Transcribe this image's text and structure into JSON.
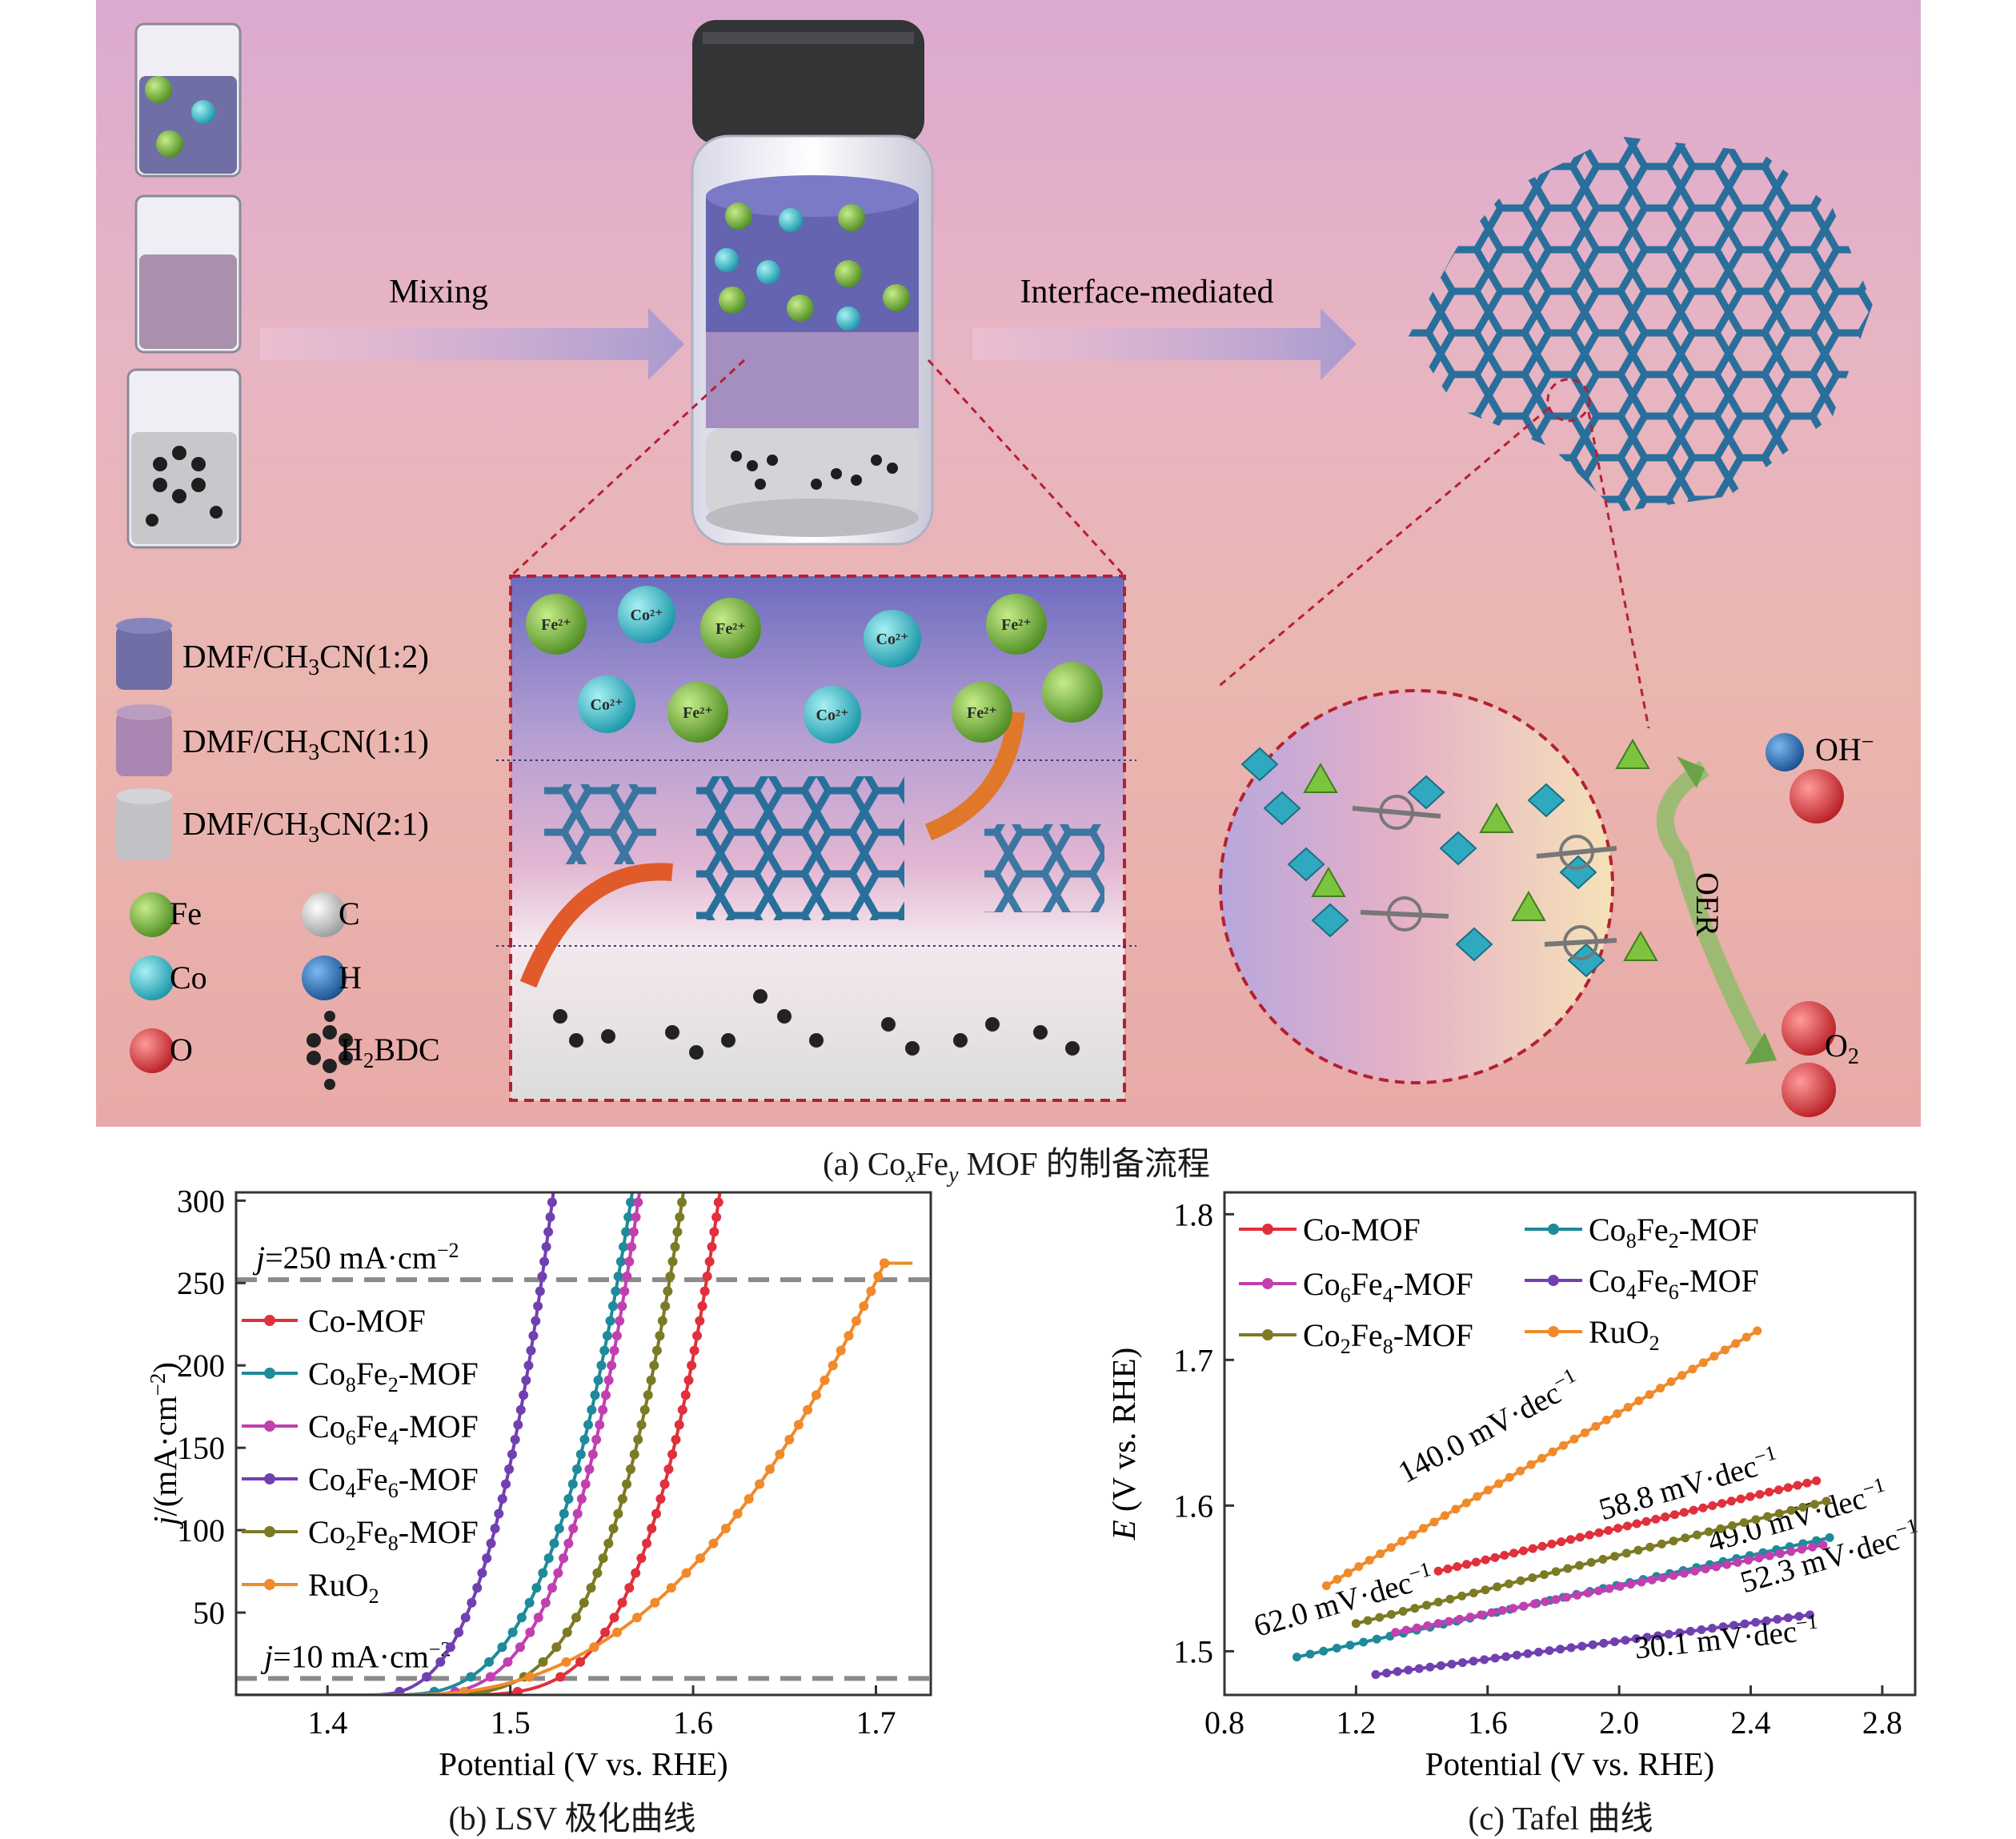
{
  "scheme": {
    "arrow_mixing": "Mixing",
    "arrow_interface": "Interface-mediated",
    "legend_solvents": [
      {
        "label": "DMF/CH",
        "sub": "3",
        "rest": "CN(1:2)",
        "color": "#6f6fa6"
      },
      {
        "label": "DMF/CH",
        "sub": "3",
        "rest": "CN(1:1)",
        "color": "#a987b2"
      },
      {
        "label": "DMF/CH",
        "sub": "3",
        "rest": "CN(2:1)",
        "color": "#c2c2c6"
      }
    ],
    "legend_atoms": [
      {
        "label": "Fe",
        "color": "#6ea83a"
      },
      {
        "label": "C",
        "color": "#c8c8c8"
      },
      {
        "label": "Co",
        "color": "#2fb8c6"
      },
      {
        "label": "H",
        "color": "#2a6fb0"
      },
      {
        "label": "O",
        "color": "#d83a3a"
      }
    ],
    "legend_linker": {
      "pre": "H",
      "sub": "2",
      "post": "BDC"
    },
    "ion_labels": {
      "fe": "Fe²⁺",
      "co": "Co²⁺"
    },
    "oer": {
      "label": "OER",
      "reactant": "OH",
      "reactant_sup": "−",
      "product": "O",
      "product_sub": "2"
    }
  },
  "captions": {
    "a": {
      "pre": "(a) Co",
      "x": "x",
      "mid": "Fe",
      "y": "y",
      "post": " MOF 的制备流程"
    },
    "b": "(b) LSV 极化曲线",
    "c": "(c) Tafel 曲线"
  },
  "colors": {
    "Co-MOF": "#e0303c",
    "Co8Fe2-MOF": "#1e8a9a",
    "Co6Fe4-MOF": "#c040b0",
    "Co4Fe6-MOF": "#7040b0",
    "Co2Fe8-MOF": "#7c7a24",
    "RuO2": "#f08a2a"
  },
  "chart_data": [
    {
      "type": "line",
      "xlabel": "Potential (V vs. RHE)",
      "ylabel": {
        "j": "j",
        "rest": "/(mA·cm",
        "sup": "−2",
        "close": ")"
      },
      "xlim": [
        1.35,
        1.73
      ],
      "ylim": [
        0,
        305
      ],
      "xticks": [
        1.4,
        1.5,
        1.6,
        1.7
      ],
      "yticks": [
        50,
        100,
        150,
        200,
        250,
        300
      ],
      "annotations": [
        {
          "j": "j",
          "text": "=250 mA·cm",
          "sup": "−2",
          "y": 252
        },
        {
          "j": "j",
          "text": "=10 mA·cm",
          "sup": "−2",
          "y": 10
        }
      ],
      "series": [
        {
          "name": "Co-MOF",
          "label": {
            "a": "Co-MOF",
            "subs": []
          },
          "onset": 1.46,
          "x300": 1.614,
          "k": 4.0
        },
        {
          "name": "Co8Fe2-MOF",
          "label": {
            "a": "Co",
            "s1": "8",
            "b": "Fe",
            "s2": "2",
            "c": "-MOF"
          },
          "onset": 1.43,
          "x300": 1.566,
          "k": 3.2
        },
        {
          "name": "Co6Fe4-MOF",
          "label": {
            "a": "Co",
            "s1": "6",
            "b": "Fe",
            "s2": "4",
            "c": "-MOF"
          },
          "onset": 1.44,
          "x300": 1.57,
          "k": 3.4
        },
        {
          "name": "Co4Fe6-MOF",
          "label": {
            "a": "Co",
            "s1": "4",
            "b": "Fe",
            "s2": "6",
            "c": "-MOF"
          },
          "onset": 1.42,
          "x300": 1.523,
          "k": 3.0
        },
        {
          "name": "Co2Fe8-MOF",
          "label": {
            "a": "Co",
            "s1": "2",
            "b": "Fe",
            "s2": "8",
            "c": "-MOF"
          },
          "onset": 1.45,
          "x300": 1.594,
          "k": 3.6
        },
        {
          "name": "RuO2",
          "label": {
            "a": "RuO",
            "s1": "2",
            "b": "",
            "s2": "",
            "c": ""
          },
          "onset": 1.44,
          "x300": 1.72,
          "k": 2.4,
          "yend": 262
        }
      ]
    },
    {
      "type": "line",
      "xlabel": "Potential (V vs. RHE)",
      "ylabel": {
        "j": "E",
        "rest": " (V vs. RHE)"
      },
      "xlim": [
        0.8,
        2.9
      ],
      "ylim": [
        1.47,
        1.815
      ],
      "xticks": [
        0.8,
        1.2,
        1.6,
        2.0,
        2.4,
        2.8
      ],
      "yticks": [
        1.5,
        1.6,
        1.7,
        1.8
      ],
      "series": [
        {
          "name": "Co-MOF",
          "x0": 1.45,
          "x1": 2.6,
          "y0": 1.555,
          "y1": 1.617,
          "slope": "58.8 mV·dec",
          "sup": "−1"
        },
        {
          "name": "Co8Fe2-MOF",
          "x0": 1.02,
          "x1": 2.64,
          "y0": 1.496,
          "y1": 1.578,
          "slope": "52.3 mV·dec",
          "sup": "−1"
        },
        {
          "name": "Co6Fe4-MOF",
          "x0": 1.32,
          "x1": 2.62,
          "y0": 1.513,
          "y1": 1.573,
          "slope": "49.0 mV·dec",
          "sup": "−1"
        },
        {
          "name": "Co4Fe6-MOF",
          "x0": 1.26,
          "x1": 2.58,
          "y0": 1.484,
          "y1": 1.525,
          "slope": "30.1 mV·dec",
          "sup": "−1"
        },
        {
          "name": "Co2Fe8-MOF",
          "x0": 1.2,
          "x1": 2.63,
          "y0": 1.519,
          "y1": 1.603,
          "slope": "62.0 mV·dec",
          "sup": "−1"
        },
        {
          "name": "RuO2",
          "x0": 1.11,
          "x1": 2.42,
          "y0": 1.545,
          "y1": 1.72,
          "slope": "140.0 mV·dec",
          "sup": "−1"
        }
      ]
    }
  ]
}
